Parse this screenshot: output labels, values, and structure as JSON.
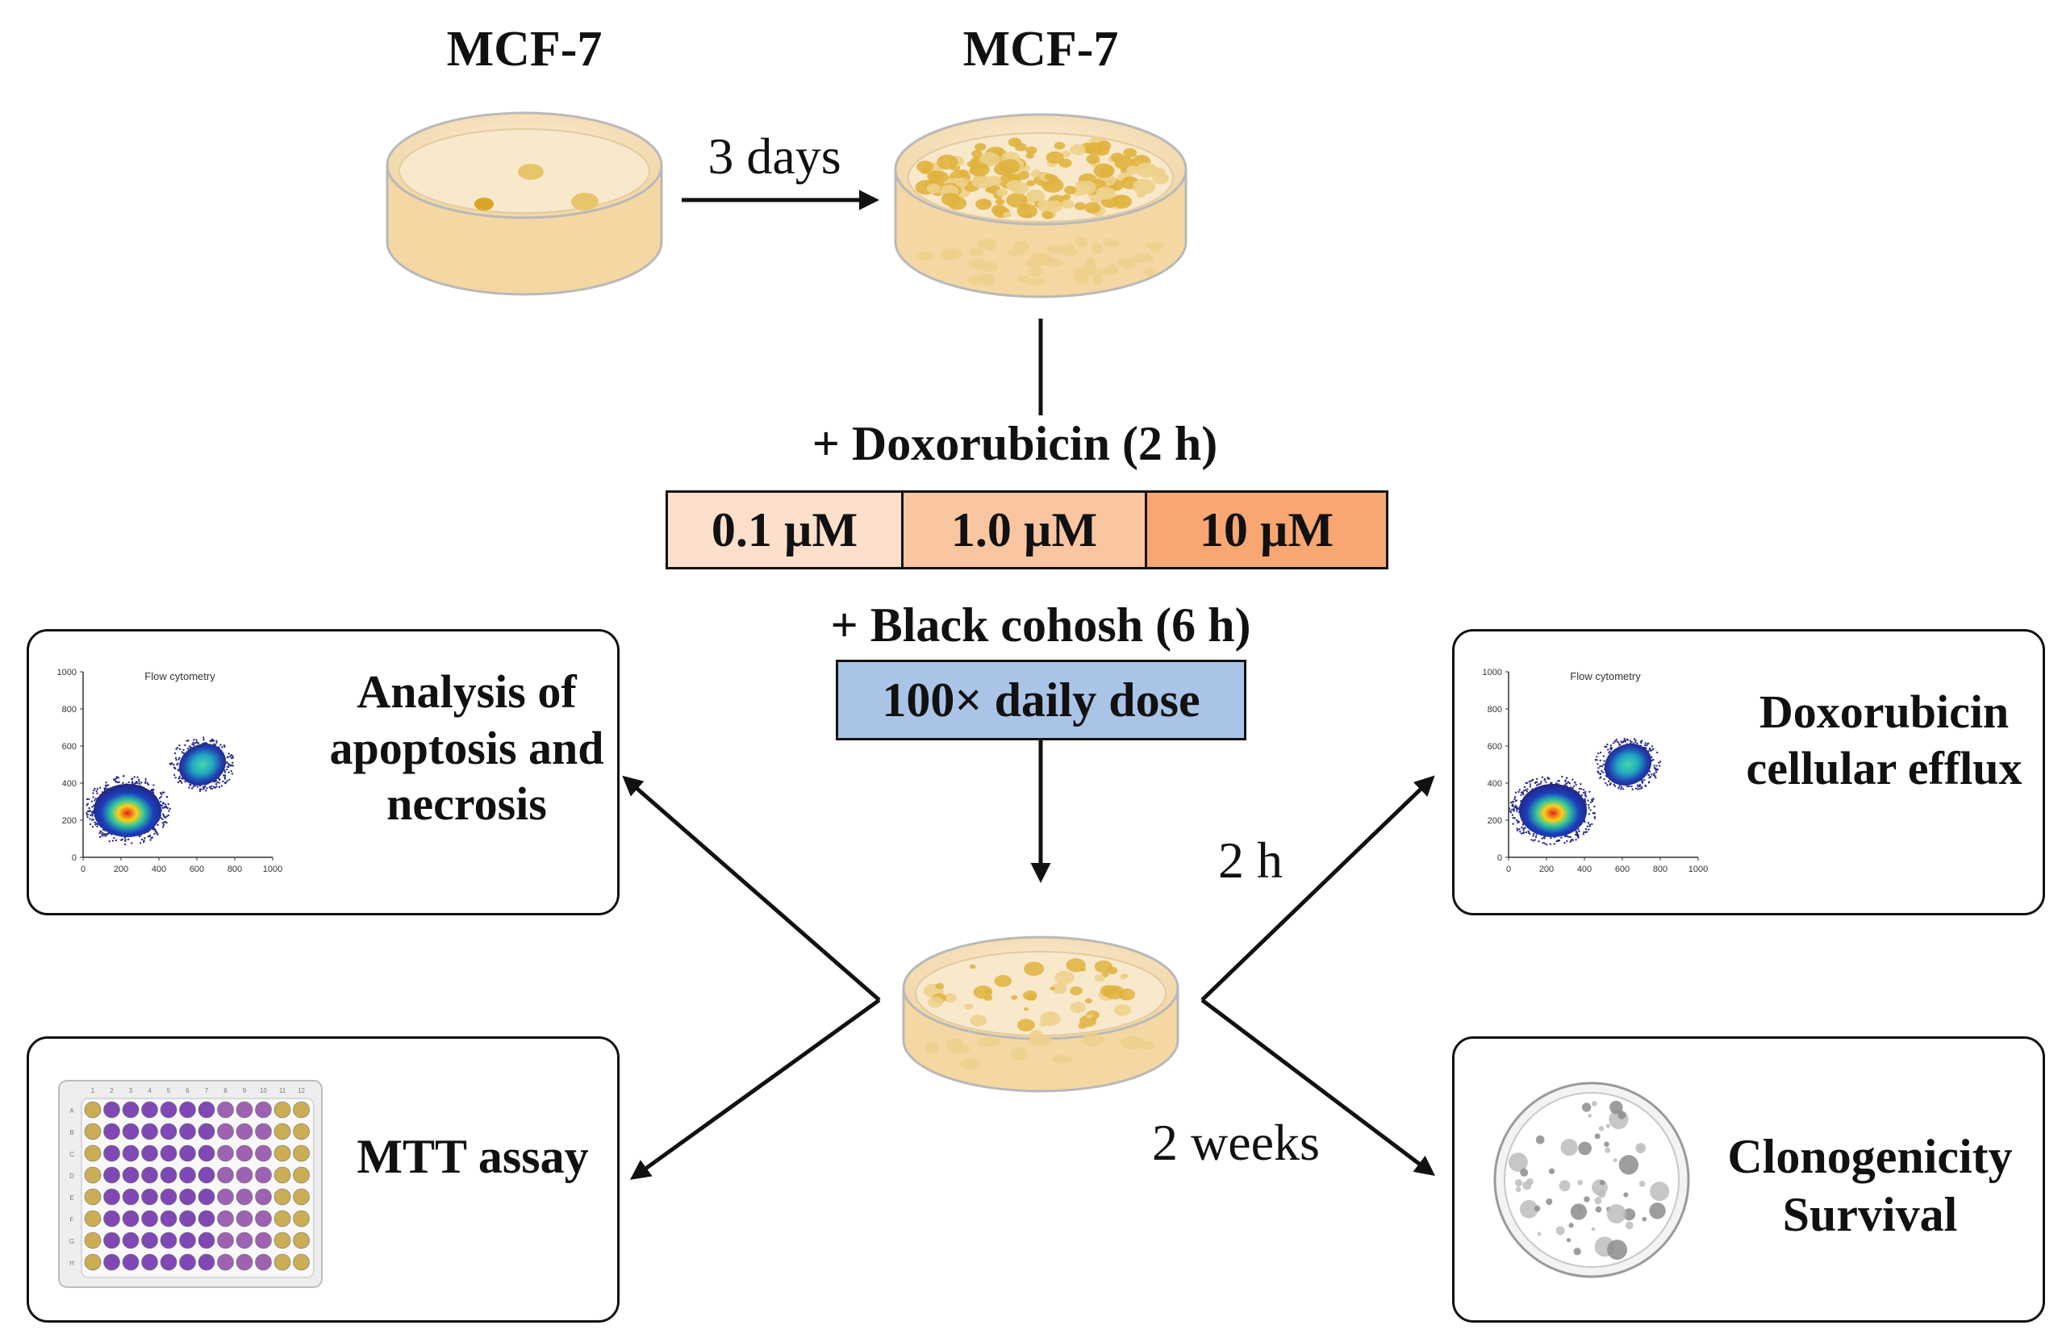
{
  "top": {
    "dish_left_label": "MCF-7",
    "dish_right_label": "MCF-7",
    "incubation_label": "3 days"
  },
  "treatment": {
    "doxorubicin_label": "+ Doxorubicin (2 h)",
    "concentrations": [
      "0.1 µM",
      "1.0 µM",
      "10 µM"
    ],
    "black_cohosh_label": "+ Black cohosh (6 h)",
    "black_cohosh_dose": "100× daily dose"
  },
  "branches": {
    "right_upper_time": "2 h",
    "right_lower_time": "2 weeks"
  },
  "panels": {
    "apoptosis": {
      "label": "Analysis of apoptosis and necrosis",
      "plot_title": "Flow cytometry",
      "axis_ticks": [
        "0",
        "200",
        "400",
        "600",
        "800",
        "1000"
      ]
    },
    "efflux": {
      "label": "Doxorubicin cellular efflux",
      "plot_title": "Flow cytometry",
      "axis_ticks": [
        "0",
        "200",
        "400",
        "600",
        "800",
        "1000"
      ]
    },
    "mtt": {
      "label": "MTT assay",
      "plate_columns": [
        "1",
        "2",
        "3",
        "4",
        "5",
        "6",
        "7",
        "8",
        "9",
        "10",
        "11",
        "12"
      ],
      "plate_rows": [
        "A",
        "B",
        "C",
        "D",
        "E",
        "F",
        "G",
        "H"
      ]
    },
    "clonogenicity": {
      "label": "Clonogenicity Survival"
    }
  },
  "colors": {
    "dish_fill": "#f8e6c4",
    "colony": "#e0b23e",
    "conc_low": "#fce0cc",
    "conc_mid": "#fac6a2",
    "conc_high": "#f8a672",
    "cohosh_fill": "#a9c4e6",
    "well_yellow": "#c9aa4e",
    "well_purple": "#7a3fb2"
  }
}
